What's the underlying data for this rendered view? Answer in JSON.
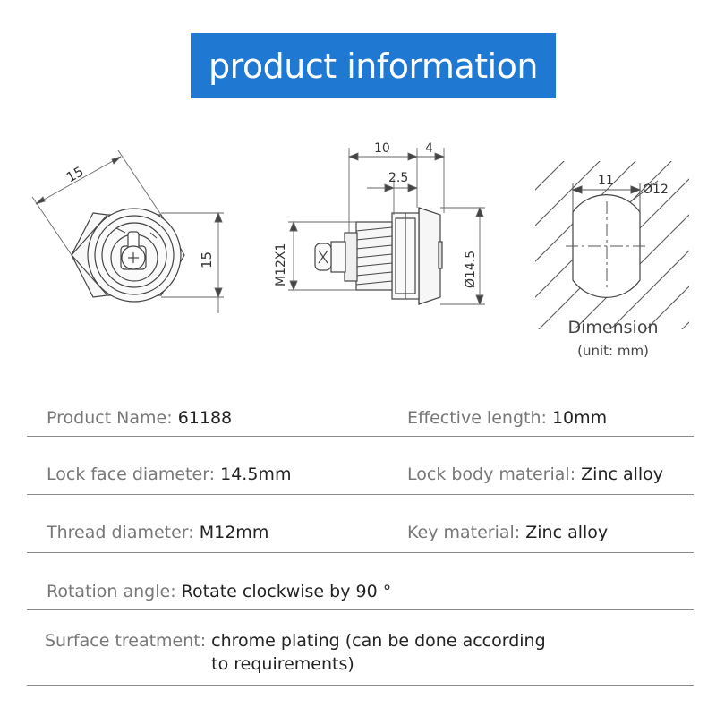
{
  "banner": {
    "title": "product information"
  },
  "drawings": {
    "front_view": {
      "dim_top": "15",
      "dim_right": "15"
    },
    "side_view": {
      "dim_a": "10",
      "dim_b": "4",
      "dim_c": "2.5",
      "thread_label": "M12X1",
      "face_label": "Ø14.5"
    },
    "cutout_view": {
      "width_label": "11",
      "diameter_label": "Ø12"
    },
    "caption_title": "Dimension",
    "caption_unit": "(unit:  mm)"
  },
  "specs": {
    "product_name": {
      "label": "Product Name:",
      "value": "61188"
    },
    "effective_length": {
      "label": "Effective length:",
      "value": "10mm"
    },
    "lock_face_diameter": {
      "label": "Lock face diameter:",
      "value": "14.5mm"
    },
    "lock_body_material": {
      "label": "Lock body material:",
      "value": "Zinc alloy"
    },
    "thread_diameter": {
      "label": "Thread diameter:",
      "value": "M12mm"
    },
    "key_material": {
      "label": "Key material:",
      "value": "Zinc alloy"
    },
    "rotation_angle": {
      "label": "Rotation angle:",
      "value": "Rotate clockwise by 90 °"
    },
    "surface_treatment": {
      "label": "Surface treatment:",
      "value_line1": "chrome plating (can be done according",
      "value_line2": "to requirements)"
    }
  }
}
